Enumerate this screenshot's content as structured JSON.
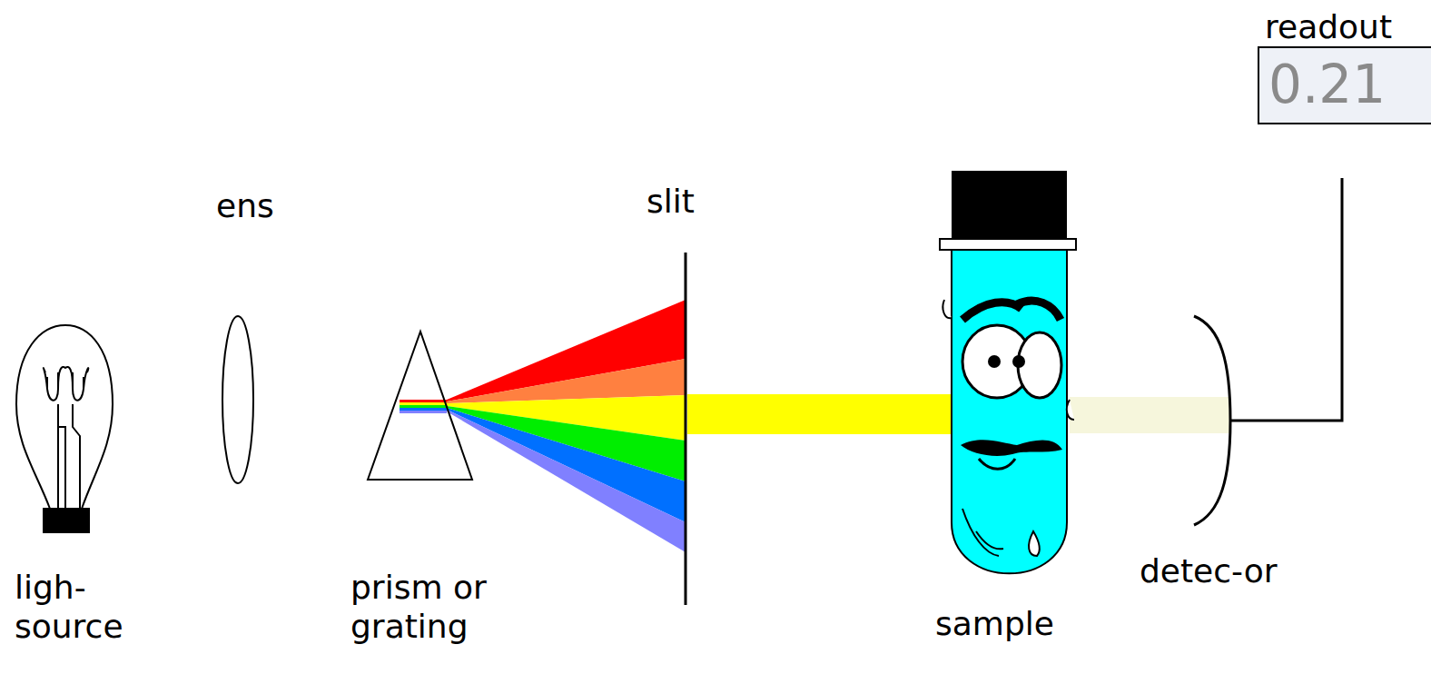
{
  "diagram": {
    "nodes": [
      {
        "text": [
          "readout",
          "0.21"
        ]
      }
    ],
    "labels": [
      "ens",
      "slit",
      "ligh- source",
      "prism or grating",
      "sample",
      "detec-or"
    ]
  }
}
